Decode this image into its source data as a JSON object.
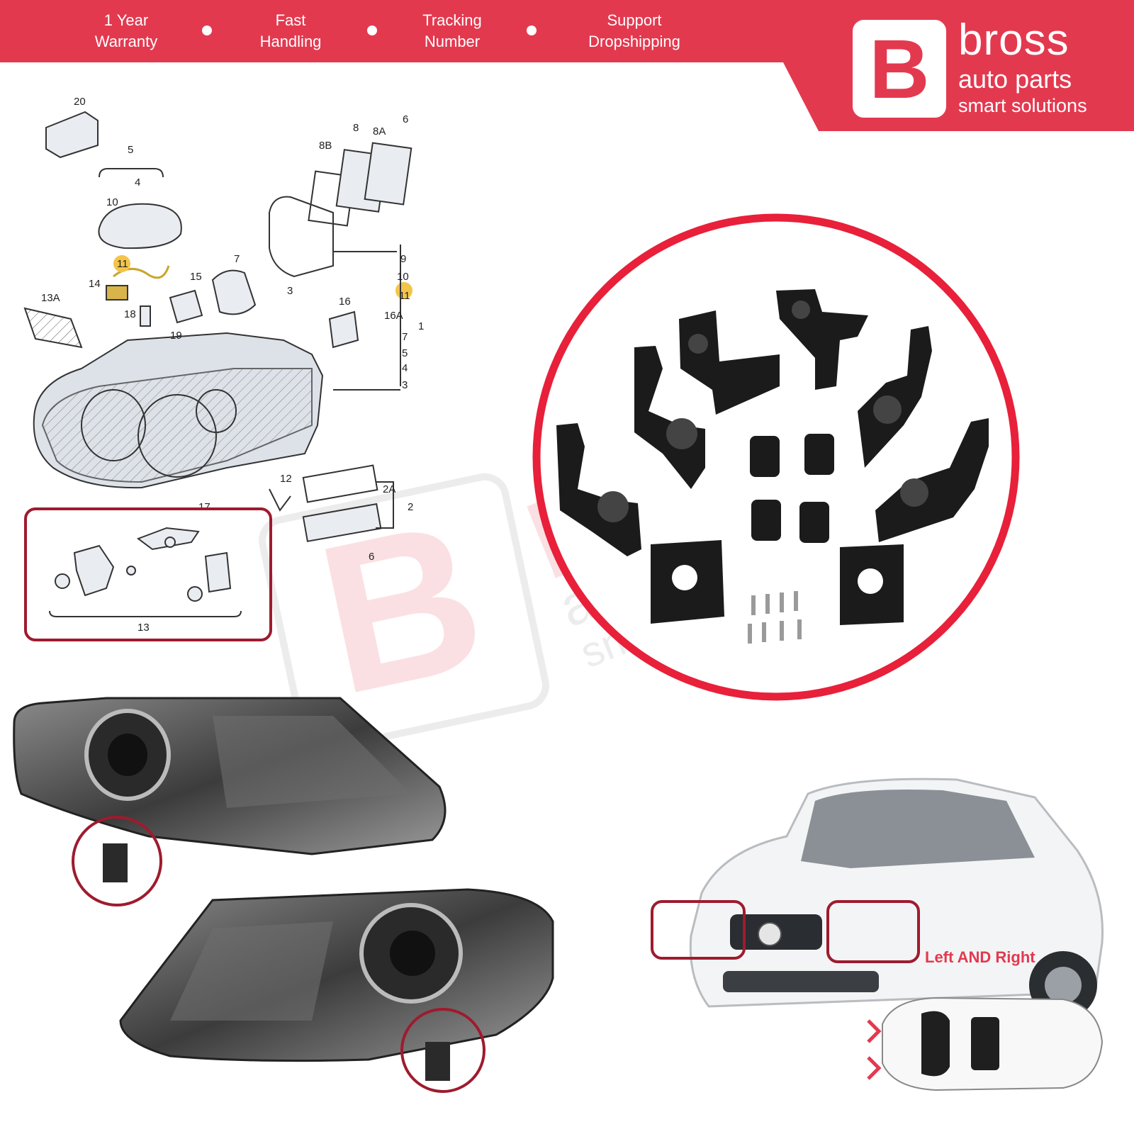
{
  "features": [
    {
      "line1": "1 Year",
      "line2": "Warranty"
    },
    {
      "line1": "Fast",
      "line2": "Handling"
    },
    {
      "line1": "Tracking",
      "line2": "Number"
    },
    {
      "line1": "Support",
      "line2": "Dropshipping"
    }
  ],
  "brand": {
    "logo_letter": "B",
    "name": "bross",
    "sub1": "auto parts",
    "sub2": "smart solutions"
  },
  "diagram": {
    "labels": [
      "20",
      "5",
      "4",
      "10",
      "11",
      "14",
      "13A",
      "18",
      "15",
      "19",
      "7",
      "3",
      "6",
      "8",
      "8A",
      "8B",
      "9",
      "10",
      "11",
      "16",
      "16A",
      "1",
      "7",
      "5",
      "4",
      "3",
      "12",
      "2A",
      "2",
      "6",
      "17",
      "13"
    ],
    "group_label": "13"
  },
  "watermark": {
    "letter": "B",
    "name": "bross",
    "sub1": "auto parts",
    "sub2": "smart solutions"
  },
  "car_caption": "Left AND Right",
  "colors": {
    "brand_red": "#e3394f",
    "dark_red": "#9e1b2e",
    "circle_red": "#e8203a"
  }
}
